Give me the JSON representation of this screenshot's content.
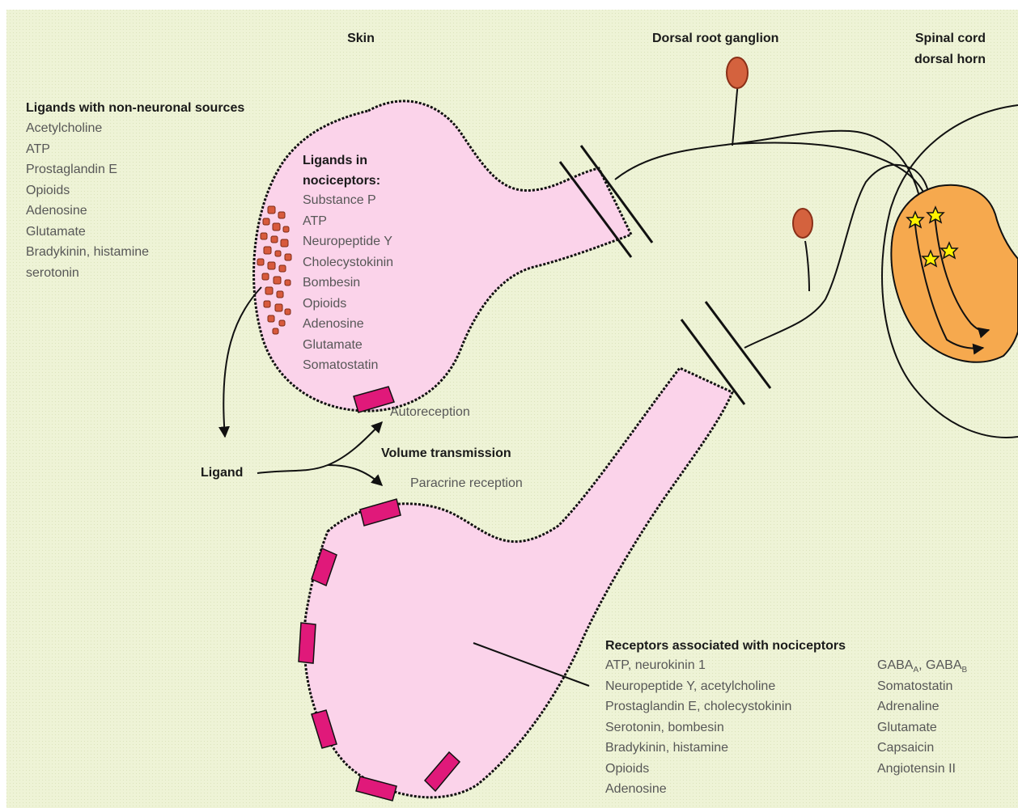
{
  "headers": {
    "skin": "Skin",
    "dorsal_root_ganglion": "Dorsal root ganglion",
    "spinal_cord_line1": "Spinal cord",
    "spinal_cord_line2": "dorsal horn"
  },
  "non_neuronal": {
    "title": "Ligands with non-neuronal sources",
    "items": [
      "Acetylcholine",
      "ATP",
      "Prostaglandin E",
      "Opioids",
      "Adenosine",
      "Glutamate",
      "Bradykinin, histamine",
      "serotonin"
    ]
  },
  "nociceptor_ligands": {
    "title_line1": "Ligands in",
    "title_line2": "nociceptors:",
    "items": [
      "Substance P",
      "ATP",
      "Neuropeptide Y",
      "Cholecystokinin",
      "Bombesin",
      "Opioids",
      "Adenosine",
      "Glutamate",
      "Somatostatin"
    ]
  },
  "labels": {
    "autoreception": "Autoreception",
    "volume_transmission": "Volume transmission",
    "ligand": "Ligand",
    "paracrine_reception": "Paracrine reception"
  },
  "receptors": {
    "title": "Receptors associated with nociceptors",
    "col1": [
      "ATP, neurokinin 1",
      "Neuropeptide Y, acetylcholine",
      "Prostaglandin E, cholecystokinin",
      "Serotonin, bombesin",
      "Bradykinin, histamine",
      "Opioids",
      "Adenosine"
    ],
    "col2_gaba_a": "GABA",
    "col2_gaba_a_sub": "A",
    "col2_gaba_sep": ", GABA",
    "col2_gaba_b_sub": "B",
    "col2": [
      "Somatostatin",
      "Adrenaline",
      "Glutamate",
      "Capsaicin",
      "Angiotensin II"
    ]
  },
  "colors": {
    "background": "#eef3d6",
    "nerve_fill": "#fbd3ea",
    "receptor": "#e0197a",
    "vesicle": "#d85a3c",
    "ganglion": "#d4623e",
    "dorsal_horn": "#f6a94e",
    "synapse_star": "#fff200",
    "line": "#111111"
  }
}
